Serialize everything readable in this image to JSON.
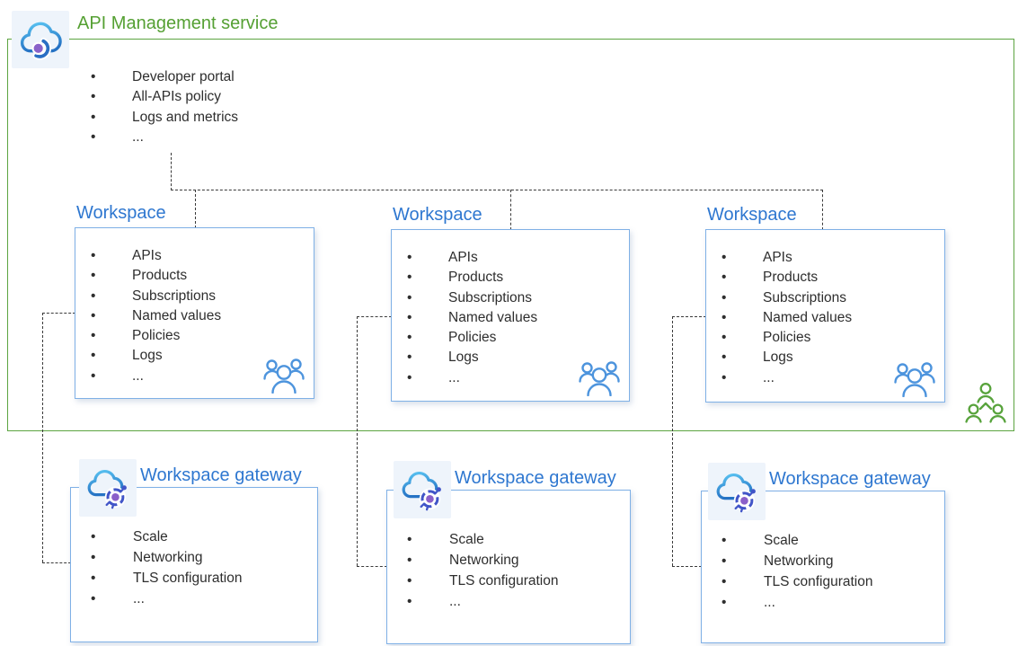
{
  "service": {
    "title": "API Management service",
    "items": [
      "Developer portal",
      "All-APIs policy",
      "Logs and metrics",
      "..."
    ]
  },
  "workspace": {
    "title": "Workspace",
    "items": [
      "APIs",
      "Products",
      "Subscriptions",
      "Named values",
      "Policies",
      "Logs",
      "..."
    ]
  },
  "gateway": {
    "title": "Workspace gateway",
    "items": [
      "Scale",
      "Networking",
      "TLS configuration",
      "..."
    ]
  },
  "icons": {
    "service_icon": "api-management-cloud",
    "gateway_icon": "gateway-cloud",
    "workspace_people_icon": "team-members",
    "external_people_icon": "collaborators"
  },
  "colors": {
    "green": "#55A033",
    "green_border": "#5CA441",
    "blue_title": "#2E77D0",
    "box_border": "#7FB0E6",
    "body_text": "#2E2E2E",
    "connector": "#3A3A3A",
    "icon_background": "#EEF4FB",
    "people_blue": "#4D94DD",
    "people_green": "#58A33C",
    "purple_dot": "#8A62C9"
  }
}
